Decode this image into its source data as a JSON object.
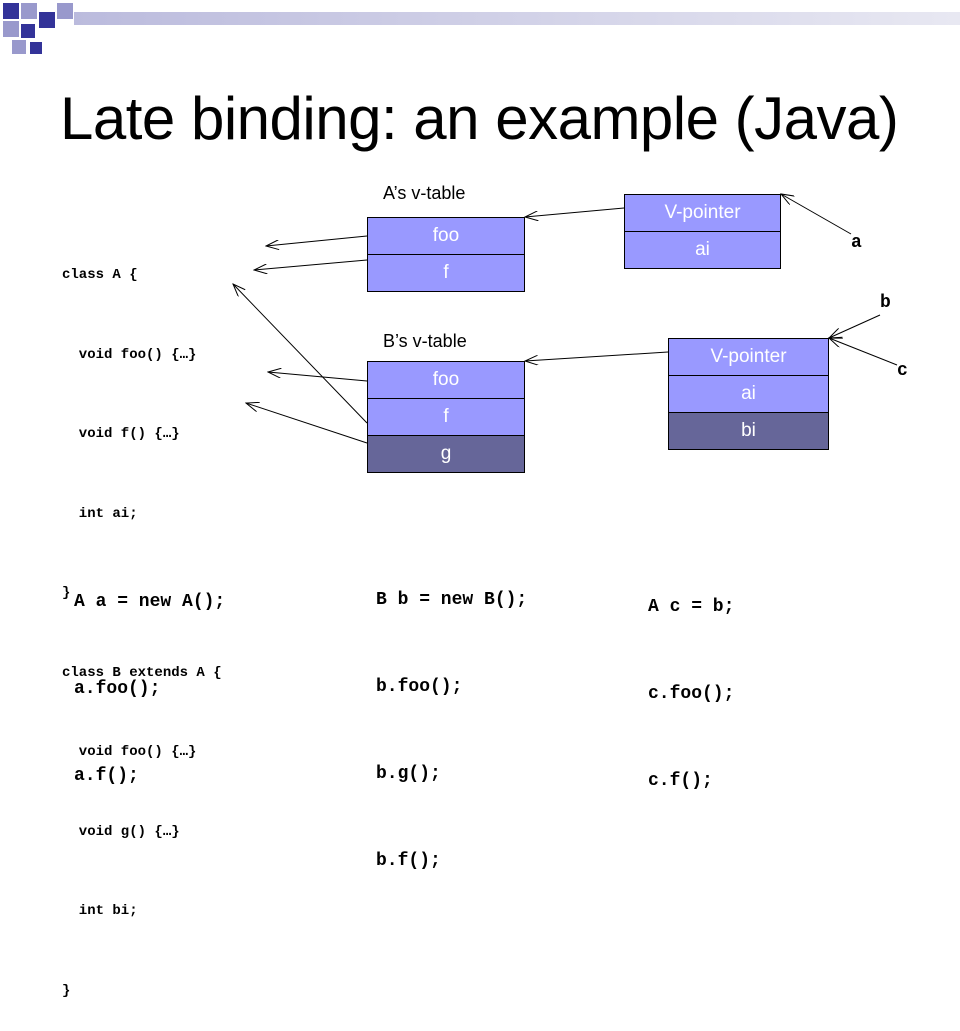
{
  "slide": {
    "title": "Late binding: an example (Java)",
    "colors": {
      "cell": "#9999ff",
      "cell_dark": "#666699",
      "deco_dark": "#333399",
      "deco_light": "#9999cc"
    }
  },
  "code_class": [
    "class A {",
    "  void foo() {…}",
    "  void f() {…}",
    "  int ai;",
    "}",
    "class B extends A {",
    "  void foo() {…}",
    "  void g() {…}",
    "  int bi;",
    "}"
  ],
  "vtable_a": {
    "label": "A’s v-table",
    "cells": [
      "foo",
      "f"
    ]
  },
  "vtable_b": {
    "label": "B’s v-table",
    "cells": [
      "foo",
      "f",
      "g"
    ]
  },
  "object_a": {
    "cells": [
      "V-pointer",
      "ai"
    ]
  },
  "object_b": {
    "cells": [
      "V-pointer",
      "ai",
      "bi"
    ]
  },
  "variables": {
    "a": "a",
    "b": "b",
    "c": "c"
  },
  "usage": {
    "col1": [
      "A a = new A();",
      "a.foo();",
      "a.f();"
    ],
    "col2": [
      "B b = new B();",
      "b.foo();",
      "b.g();",
      "b.f();"
    ],
    "col3": [
      "A c = b;",
      "c.foo();",
      "c.f();"
    ]
  }
}
